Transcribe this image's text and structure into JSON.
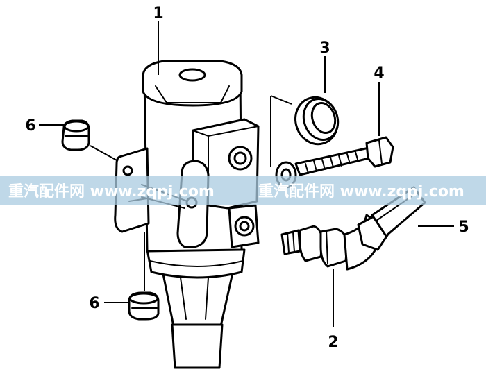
{
  "diagram": {
    "callouts": [
      "1",
      "2",
      "3",
      "4",
      "5",
      "6",
      "6"
    ]
  },
  "watermark": {
    "text_left": "重汽配件网  www.zqpj.com",
    "text_right": "重汽配件网  www.zqpj.com",
    "band_color": "#a9cbe0",
    "text_color": "#ffffff"
  },
  "colors": {
    "line": "#000000",
    "background": "#ffffff"
  }
}
